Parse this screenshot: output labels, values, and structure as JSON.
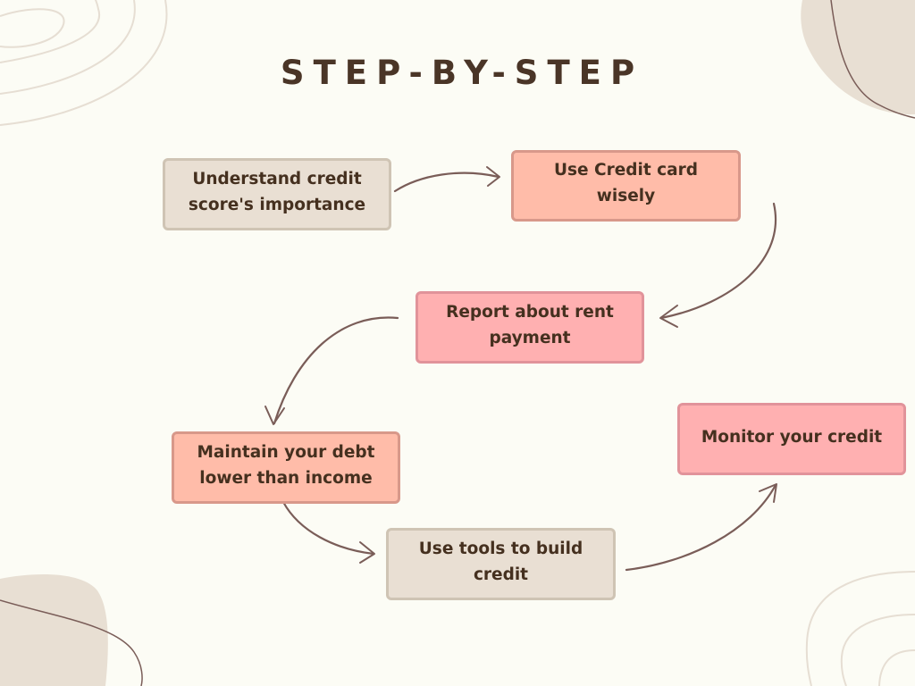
{
  "title": "STEP-BY-STEP",
  "colors": {
    "background": "#fcfcf5",
    "text": "#45301f",
    "arrow": "#7a5d58",
    "beige_fill": "#e9dfd3",
    "salmon_fill": "#ffbca9",
    "pink_fill": "#ffb0b1",
    "decor_blob": "#e8dfd3",
    "decor_line": "#e3dbd0"
  },
  "steps": [
    {
      "label": "Understand credit\nscore's importance",
      "color": "beige"
    },
    {
      "label": "Use Credit card\nwisely",
      "color": "salmon"
    },
    {
      "label": "Report about rent\npayment",
      "color": "pink"
    },
    {
      "label": "Maintain your debt\nlower than income",
      "color": "salmon"
    },
    {
      "label": "Use tools to build\ncredit",
      "color": "beige"
    },
    {
      "label": "Monitor your credit",
      "color": "pink"
    }
  ],
  "connections": [
    {
      "from": 1,
      "to": 2
    },
    {
      "from": 2,
      "to": 3
    },
    {
      "from": 3,
      "to": 4
    },
    {
      "from": 4,
      "to": 5
    },
    {
      "from": 5,
      "to": 6
    }
  ]
}
